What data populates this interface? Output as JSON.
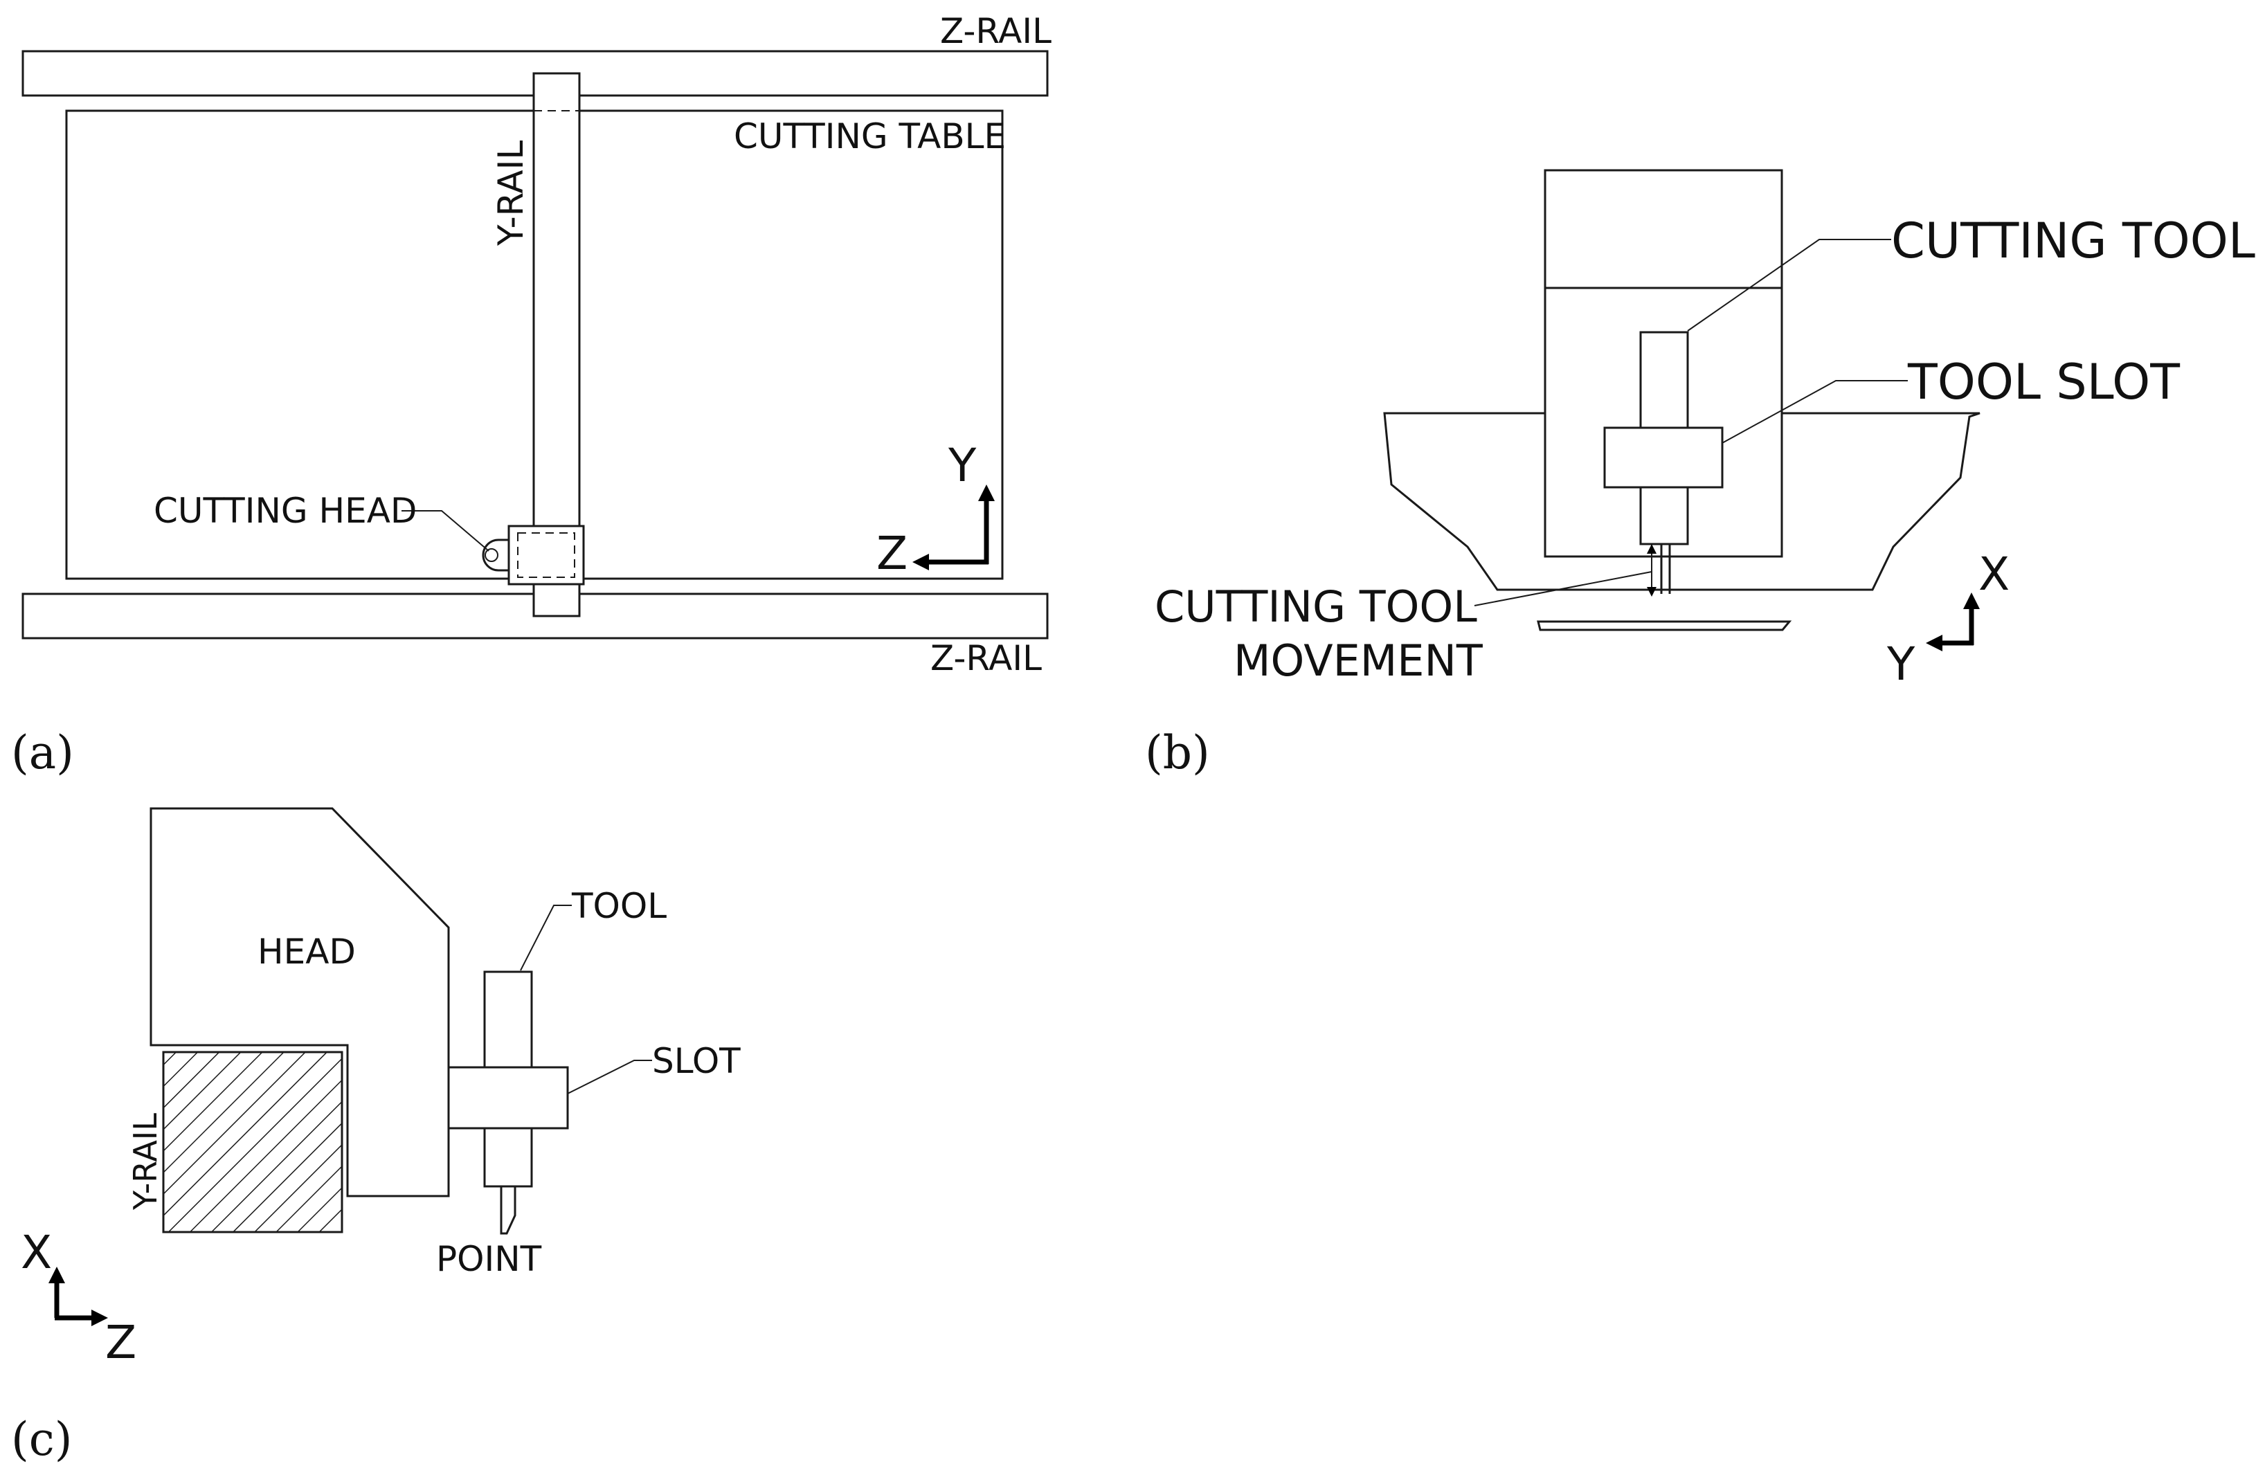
{
  "panels": {
    "a": {
      "caption": "(a)",
      "z_rail_top": "Z-RAIL",
      "z_rail_bottom": "Z-RAIL",
      "cutting_table": "CUTTING TABLE",
      "y_rail": "Y-RAIL",
      "cutting_head": "CUTTING HEAD",
      "axis_y": "Y",
      "axis_z": "Z"
    },
    "b": {
      "caption": "(b)",
      "cutting_tool": "CUTTING TOOL",
      "tool_slot": "TOOL SLOT",
      "movement_line1": "CUTTING TOOL",
      "movement_line2": "MOVEMENT",
      "axis_x": "X",
      "axis_y": "Y"
    },
    "c": {
      "caption": "(c)",
      "head": "HEAD",
      "tool": "TOOL",
      "slot": "SLOT",
      "y_rail": "Y-RAIL",
      "point": "POINT",
      "axis_x": "X",
      "axis_z": "Z"
    }
  }
}
